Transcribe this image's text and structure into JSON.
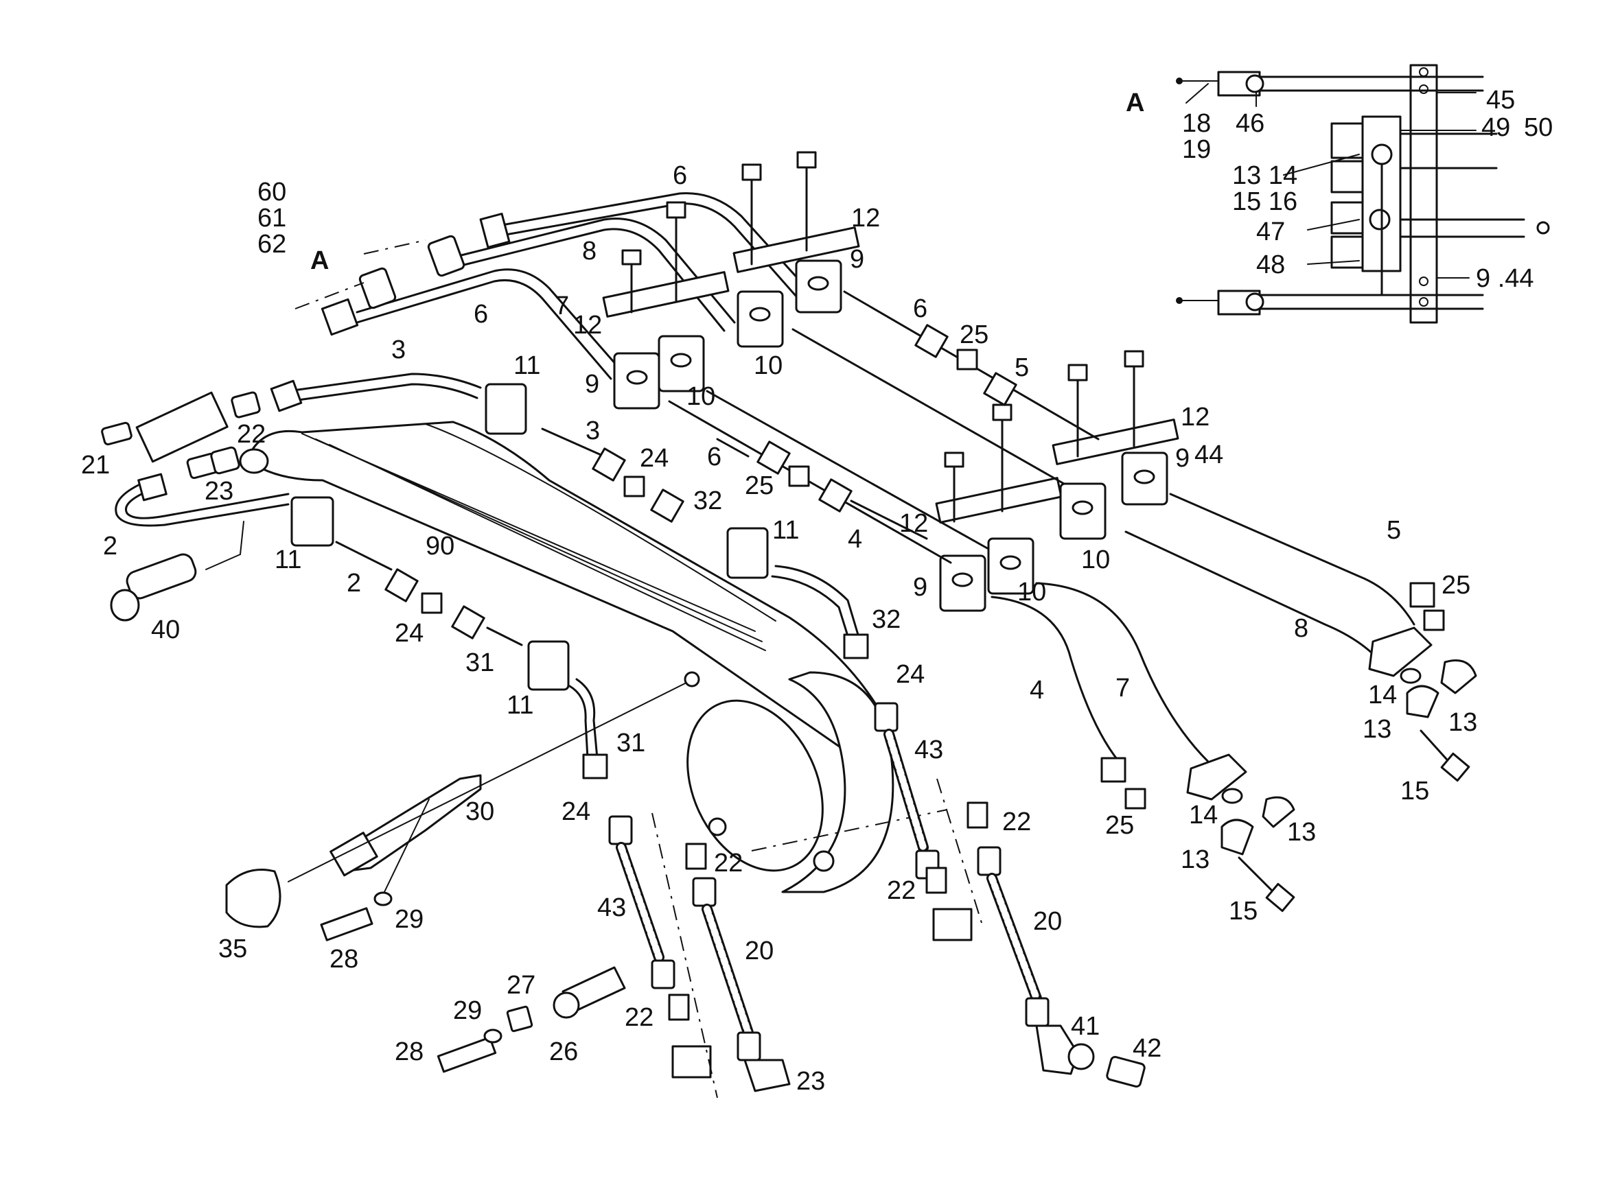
{
  "drawing": {
    "view_marker": "A",
    "detail_marker": "A",
    "callouts": {
      "c60": "60",
      "c61": "61",
      "c62": "62",
      "c6a": "6",
      "c6b": "6",
      "c6c": "6",
      "c6d": "6",
      "c8a": "8",
      "c8b": "8",
      "c7a": "7",
      "c7b": "7",
      "c12a": "12",
      "c12b": "12",
      "c12c": "12",
      "c12d": "12",
      "c9a": "9",
      "c9b": "9",
      "c9c": "9",
      "c9d": "9",
      "c10a": "10",
      "c10b": "10",
      "c10c": "10",
      "c10d": "10",
      "c3a": "3",
      "c3b": "3",
      "c11a": "11",
      "c11b": "11",
      "c11c": "11",
      "c11d": "11",
      "c25a": "25",
      "c25b": "25",
      "c25c": "25",
      "c25d": "25",
      "c5a": "5",
      "c5b": "5",
      "c44": "44",
      "c22a": "22",
      "c22b": "22",
      "c22c": "22",
      "c22d": "22",
      "c22e": "22",
      "c21": "21",
      "c23a": "23",
      "c23b": "23",
      "c2a": "2",
      "c2b": "2",
      "c40": "40",
      "c90": "90",
      "c24a": "24",
      "c24b": "24",
      "c24c": "24",
      "c24d": "24",
      "c32a": "32",
      "c32b": "32",
      "c4a": "4",
      "c4b": "4",
      "c31a": "31",
      "c31b": "31",
      "c14a": "14",
      "c14b": "14",
      "c13a": "13",
      "c13b": "13",
      "c13c": "13",
      "c13d": "13",
      "c15a": "15",
      "c15b": "15",
      "c43a": "43",
      "c43b": "43",
      "c30": "30",
      "c35": "35",
      "c28a": "28",
      "c28b": "28",
      "c29a": "29",
      "c29b": "29",
      "c20a": "20",
      "c20b": "20",
      "c27": "27",
      "c26": "26",
      "c41": "41",
      "c42": "42",
      "d18": "18",
      "d19": "19",
      "d46": "46",
      "d45": "45",
      "d49": "49",
      "d50": "50",
      "d1314": "13 14",
      "d1516": "15 16",
      "d47": "47",
      "d48": "48",
      "d944": "9 .44"
    }
  }
}
